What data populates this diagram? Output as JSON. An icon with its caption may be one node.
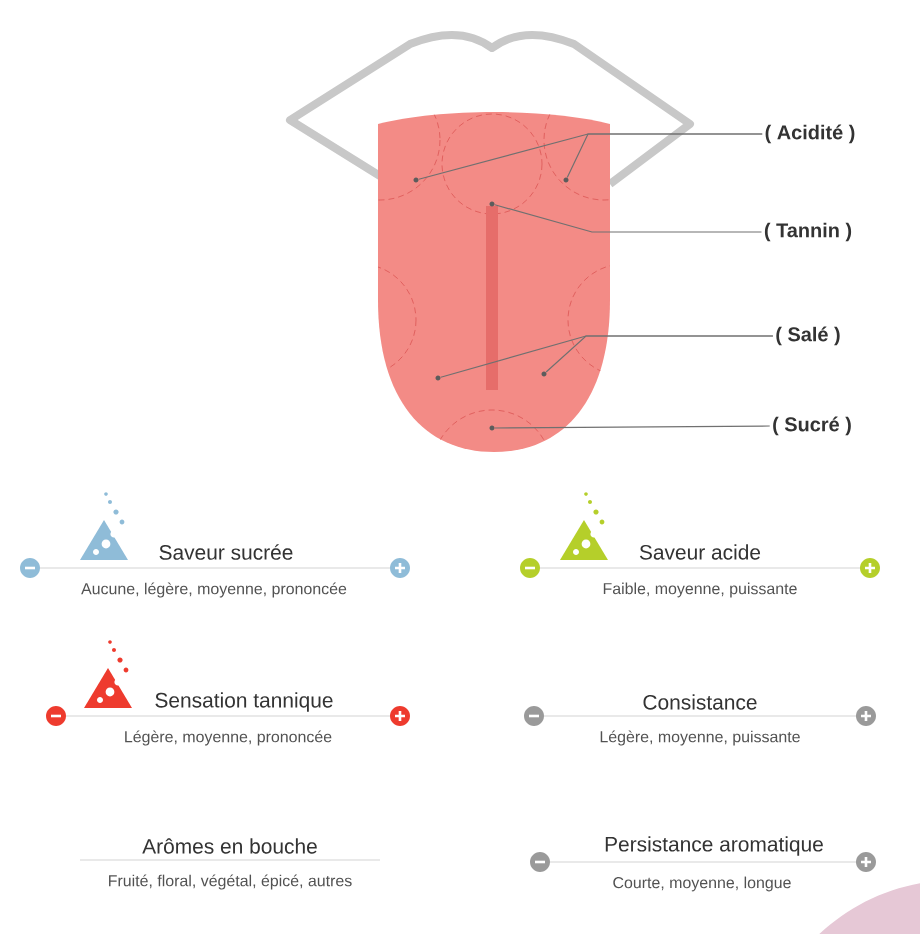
{
  "diagram": {
    "nodes": [
      {
        "text": [
          "( Acidité )"
        ]
      },
      {
        "text": [
          "( Tannin )"
        ]
      },
      {
        "text": [
          "( Salé )"
        ]
      },
      {
        "text": [
          "( Sucré )"
        ]
      },
      {
        "text": [],
        "shape": "circle"
      },
      {
        "text": [],
        "shape": "circle"
      },
      {
        "text": [],
        "shape": "circle"
      },
      {
        "text": [],
        "shape": "circle"
      },
      {
        "text": [],
        "shape": "circle"
      },
      {
        "text": [],
        "shape": "circle"
      }
    ],
    "edges": [
      {
        "from": 0,
        "to": 4,
        "arrow": "none"
      },
      {
        "from": 0,
        "to": 5,
        "arrow": "none"
      },
      {
        "from": 1,
        "to": 6,
        "arrow": "none"
      },
      {
        "from": 2,
        "to": 7,
        "arrow": "none"
      },
      {
        "from": 2,
        "to": 8,
        "arrow": "none"
      },
      {
        "from": 3,
        "to": 9,
        "arrow": "none"
      }
    ],
    "labels": [
      "Saveur sucrée",
      "Aucune, légère, moyenne, prononcée",
      "Saveur acide",
      "Faible, moyenne, puissante",
      "Sensation tannique",
      "Légère, moyenne, prononcée",
      "Consistance",
      "Légère, moyenne, puissante",
      "Arômes en bouche",
      "Fruité, floral, végétal, épicé, autres",
      "Persistance aromatique",
      "Courte, moyenne, longue"
    ]
  }
}
